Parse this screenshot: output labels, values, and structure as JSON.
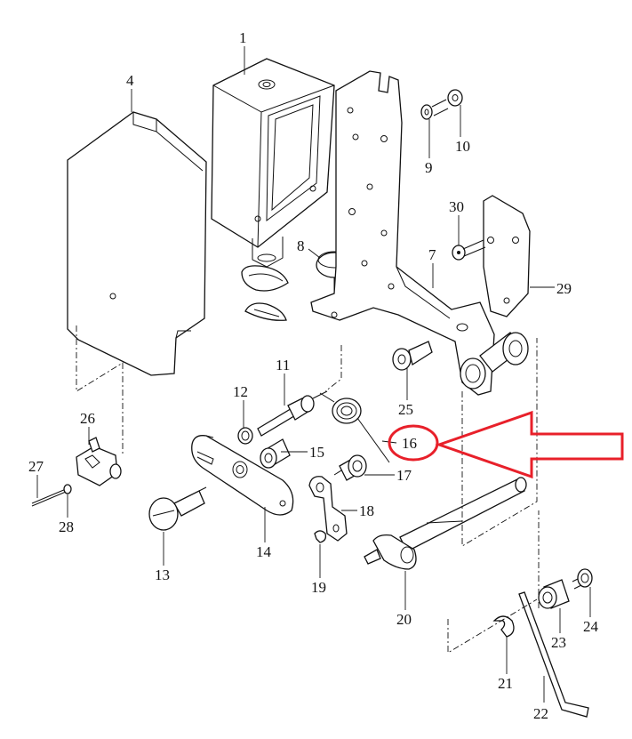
{
  "parts": [
    {
      "id": "1",
      "text": "1"
    },
    {
      "id": "4",
      "text": "4"
    },
    {
      "id": "7",
      "text": "7"
    },
    {
      "id": "8",
      "text": "8"
    },
    {
      "id": "9",
      "text": "9"
    },
    {
      "id": "10",
      "text": "10"
    },
    {
      "id": "11",
      "text": "11"
    },
    {
      "id": "12",
      "text": "12"
    },
    {
      "id": "13",
      "text": "13"
    },
    {
      "id": "14",
      "text": "14"
    },
    {
      "id": "15",
      "text": "15"
    },
    {
      "id": "16",
      "text": "16"
    },
    {
      "id": "17",
      "text": "17"
    },
    {
      "id": "18",
      "text": "18"
    },
    {
      "id": "19",
      "text": "19"
    },
    {
      "id": "20",
      "text": "20"
    },
    {
      "id": "21",
      "text": "21"
    },
    {
      "id": "22",
      "text": "22"
    },
    {
      "id": "23",
      "text": "23"
    },
    {
      "id": "24",
      "text": "24"
    },
    {
      "id": "25",
      "text": "25"
    },
    {
      "id": "26",
      "text": "26"
    },
    {
      "id": "27",
      "text": "27"
    },
    {
      "id": "28",
      "text": "28"
    },
    {
      "id": "29",
      "text": "29"
    },
    {
      "id": "30",
      "text": "30"
    }
  ],
  "highlight": {
    "part": "16",
    "color": "#e8202a"
  }
}
